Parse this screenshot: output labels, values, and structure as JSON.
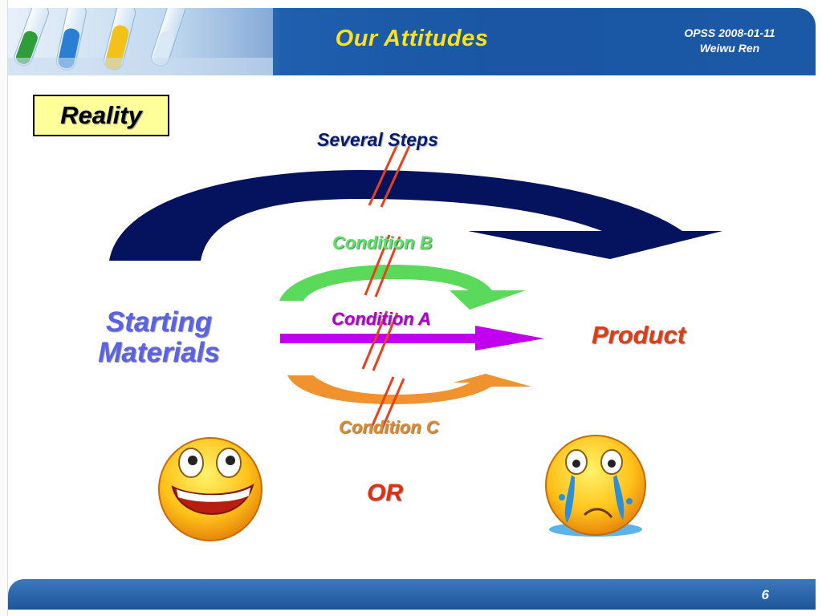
{
  "header": {
    "title": "Our Attitudes",
    "meta_line1": "OPSS 2008-01-11",
    "meta_line2": "Weiwu Ren"
  },
  "content": {
    "reality_label": "Reality",
    "several_steps": "Several Steps",
    "condition_b": "Condition B",
    "condition_a": "Condition A",
    "condition_c": "Condition C",
    "starting_line1": "Starting",
    "starting_line2": "Materials",
    "product": "Product",
    "or": "OR"
  },
  "colors": {
    "title": "#ffe21a",
    "big_arrow": "#05135e",
    "condition_b_arrow": "#5ad95a",
    "condition_a_arrow": "#c000ee",
    "condition_c_arrow": "#f0922e",
    "strike": "#e8401c",
    "header_blue": "#1a56a3",
    "footer_blue": "#2a64a8"
  },
  "icons": {
    "happy": "happy-smiley-icon",
    "crying": "crying-smiley-icon",
    "header_art": "test-tubes-icon"
  },
  "footer": {
    "page_number": "6"
  }
}
